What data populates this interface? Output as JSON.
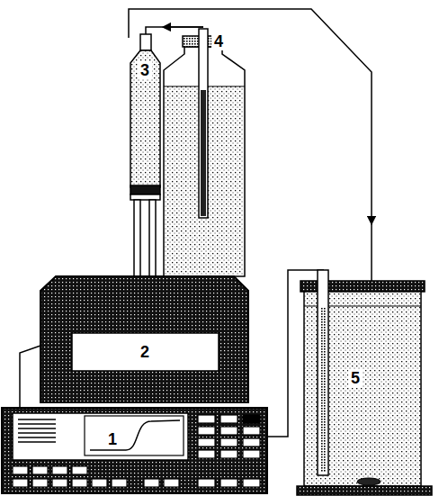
{
  "diagram": {
    "labels": [
      "3",
      "4",
      "2",
      "1",
      "5"
    ]
  }
}
